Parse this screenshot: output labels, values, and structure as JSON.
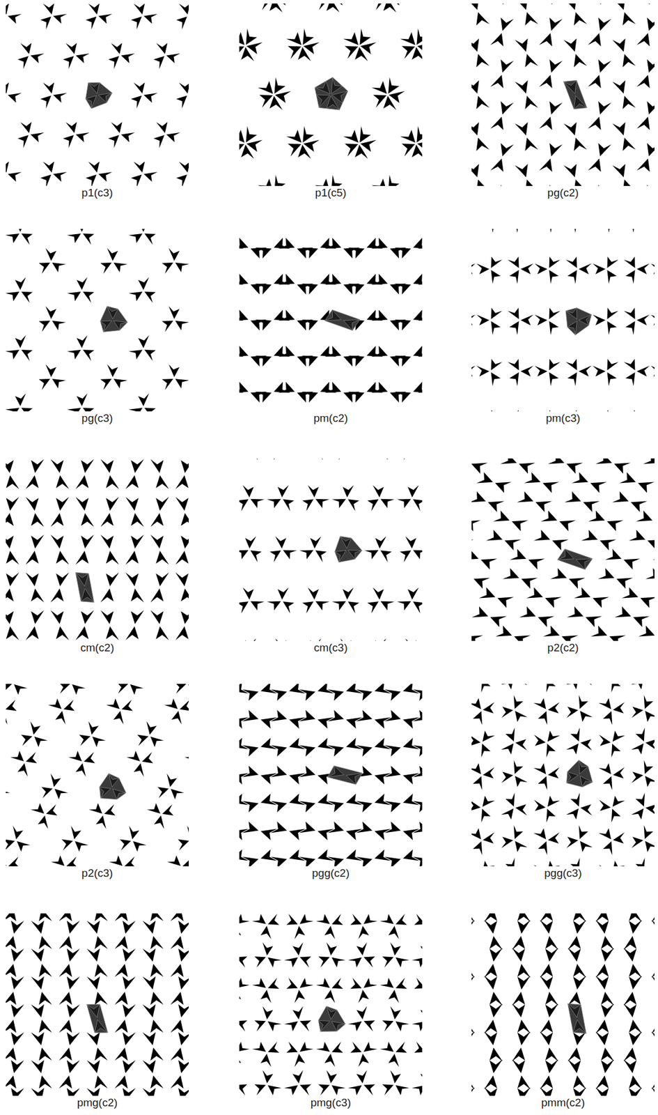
{
  "diagram": {
    "labels": [
      "p1(c3)",
      "p1(c5)",
      "pg(c2)",
      "pg(c3)",
      "pm(c2)",
      "pm(c3)",
      "cm(c2)",
      "cm(c3)",
      "p2(c2)",
      "p2(c3)",
      "pgg(c2)",
      "pgg(c3)",
      "pmg(c2)",
      "pmg(c3)",
      "pmm(c2)"
    ]
  }
}
